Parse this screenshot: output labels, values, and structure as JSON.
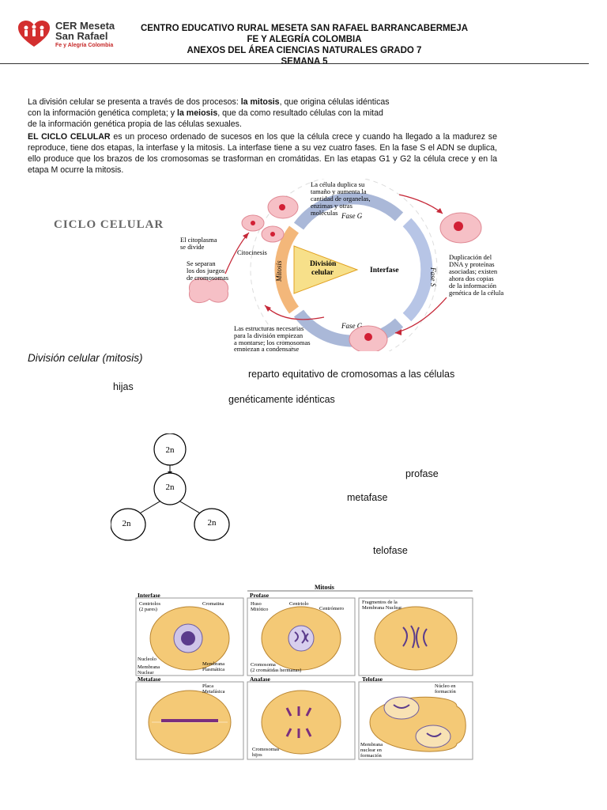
{
  "header": {
    "logo_name": "CER Meseta San Rafael",
    "logo_line1": "CER Meseta",
    "logo_line2": "San Rafael",
    "logo_sub": "Fe y Alegría Colombia",
    "line1": "CENTRO EDUCATIVO RURAL MESETA SAN RAFAEL BARRANCABERMEJA",
    "line2": "FE Y ALEGRÍA COLOMBIA",
    "line3": "ANEXOS DEL ÁREA CIENCIAS NATURALES GRADO 7",
    "line4": "SEMANA 5"
  },
  "intro": {
    "p1_a": "La división celular se presenta a través de dos procesos: ",
    "p1_b": "la mitosis",
    "p1_c": ", que origina células idénticas",
    "p1_d": "con la información genética completa; y ",
    "p1_e": "la meiosis",
    "p1_f": ", que da como resultado células con la mitad",
    "p1_g": "de la información genética propia de las células sexuales.",
    "p2_bold": "EL CICLO CELULAR",
    "p2_rest": " es un proceso ordenado de sucesos en los que la célula crece y cuando ha llegado a la madurez se reproduce, tiene dos etapas, la interfase y la mitosis. La interfase tiene a su vez cuatro fases. En la fase S el ADN se duplica, ello produce que los brazos de los cromosomas se trasforman en cromátidas. En las etapas G1 y G2 la célula crece y en la etapa M ocurre la mitosis."
  },
  "cycle": {
    "title": "CICLO CELULAR",
    "label_top": [
      "La célula duplica su",
      "tamaño y aumenta la",
      "cantidad de organelas,",
      "enzimas y otras",
      "moléculas"
    ],
    "label_cito": [
      "El citoplasma",
      "se divide"
    ],
    "label_citocinesis": "Citocinesis",
    "label_separan": [
      "Se separan",
      "los dos juegos",
      "de cromosomas"
    ],
    "label_dup": [
      "Duplicación del",
      "DNA y proteínas",
      "asociadas; existen",
      "ahora dos copias",
      "de la información",
      "genética de la célula"
    ],
    "label_bottom": [
      "Las estructuras necesarias",
      "para la división empiezan",
      "a montarse; los cromosomas",
      "empiezan a condensarse"
    ],
    "division_celular": [
      "División",
      "celular"
    ],
    "interfase": "Interfase",
    "mitosis": "Mitosis",
    "fase_g_top": "Fase G",
    "fase_g_bottom": "Fase G",
    "fase_s": "Fase S"
  },
  "mitosis_section": {
    "title": "División celular (mitosis)",
    "reparto": "reparto equitativo de cromosomas a las células",
    "hijas": "hijas",
    "geneticamente": "genéticamente idénticas",
    "cell_label": "2n",
    "profase": "profase",
    "metafase": "metafase",
    "telofase": "telofase"
  },
  "phases": {
    "title": "Mitosis",
    "interfase": "Interfase",
    "profase": "Profase",
    "metafase": "Metafase",
    "anafase": "Anafase",
    "telofase": "Telofase",
    "centriolos": [
      "Centriolos",
      "(2 pares)"
    ],
    "cromatina": "Cromatina",
    "nucleolo": "Nucleolo",
    "membrana_nuclear": [
      "Membrana",
      "Nuclear"
    ],
    "membrana_plasmatica": [
      "Membrana",
      "Plasmática"
    ],
    "huso": [
      "Huso",
      "Mitótico"
    ],
    "centriolo": "Centriolo",
    "centromero": "Centrómero",
    "cromosoma": [
      "Cromosoma",
      "(2 cromátidas hermanas)"
    ],
    "fragmentos": [
      "Fragmentos de la",
      "Membrana Nuclear"
    ],
    "placa": [
      "Placa",
      "Metafásica"
    ],
    "cromosomas_hijos": [
      "Cromosomas",
      "hijos"
    ],
    "nucleo_formacion": [
      "Núcleo en",
      "formación"
    ],
    "membrana_formacion": [
      "Membrana",
      "nuclear en",
      "formación"
    ]
  }
}
